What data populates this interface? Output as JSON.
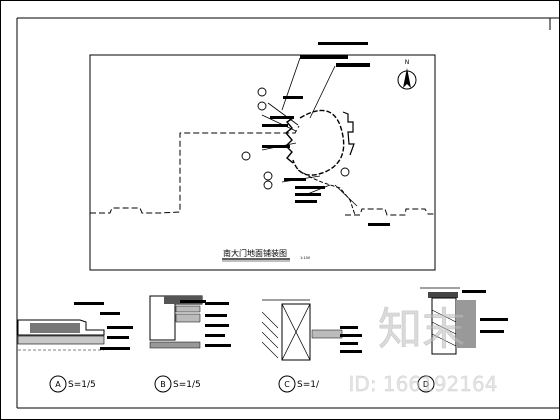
{
  "plan": {
    "title": "南大门地面铺装图",
    "scale_note": "1:100"
  },
  "north_arrow": {
    "label": "N"
  },
  "details": [
    {
      "letter": "A",
      "scale": "S=1/5"
    },
    {
      "letter": "B",
      "scale": "S=1/5"
    },
    {
      "letter": "C",
      "scale": "S=1/"
    },
    {
      "letter": "D",
      "scale": ""
    }
  ],
  "watermark": {
    "logo_text": "知末",
    "id_text": "ID: 166192164"
  }
}
